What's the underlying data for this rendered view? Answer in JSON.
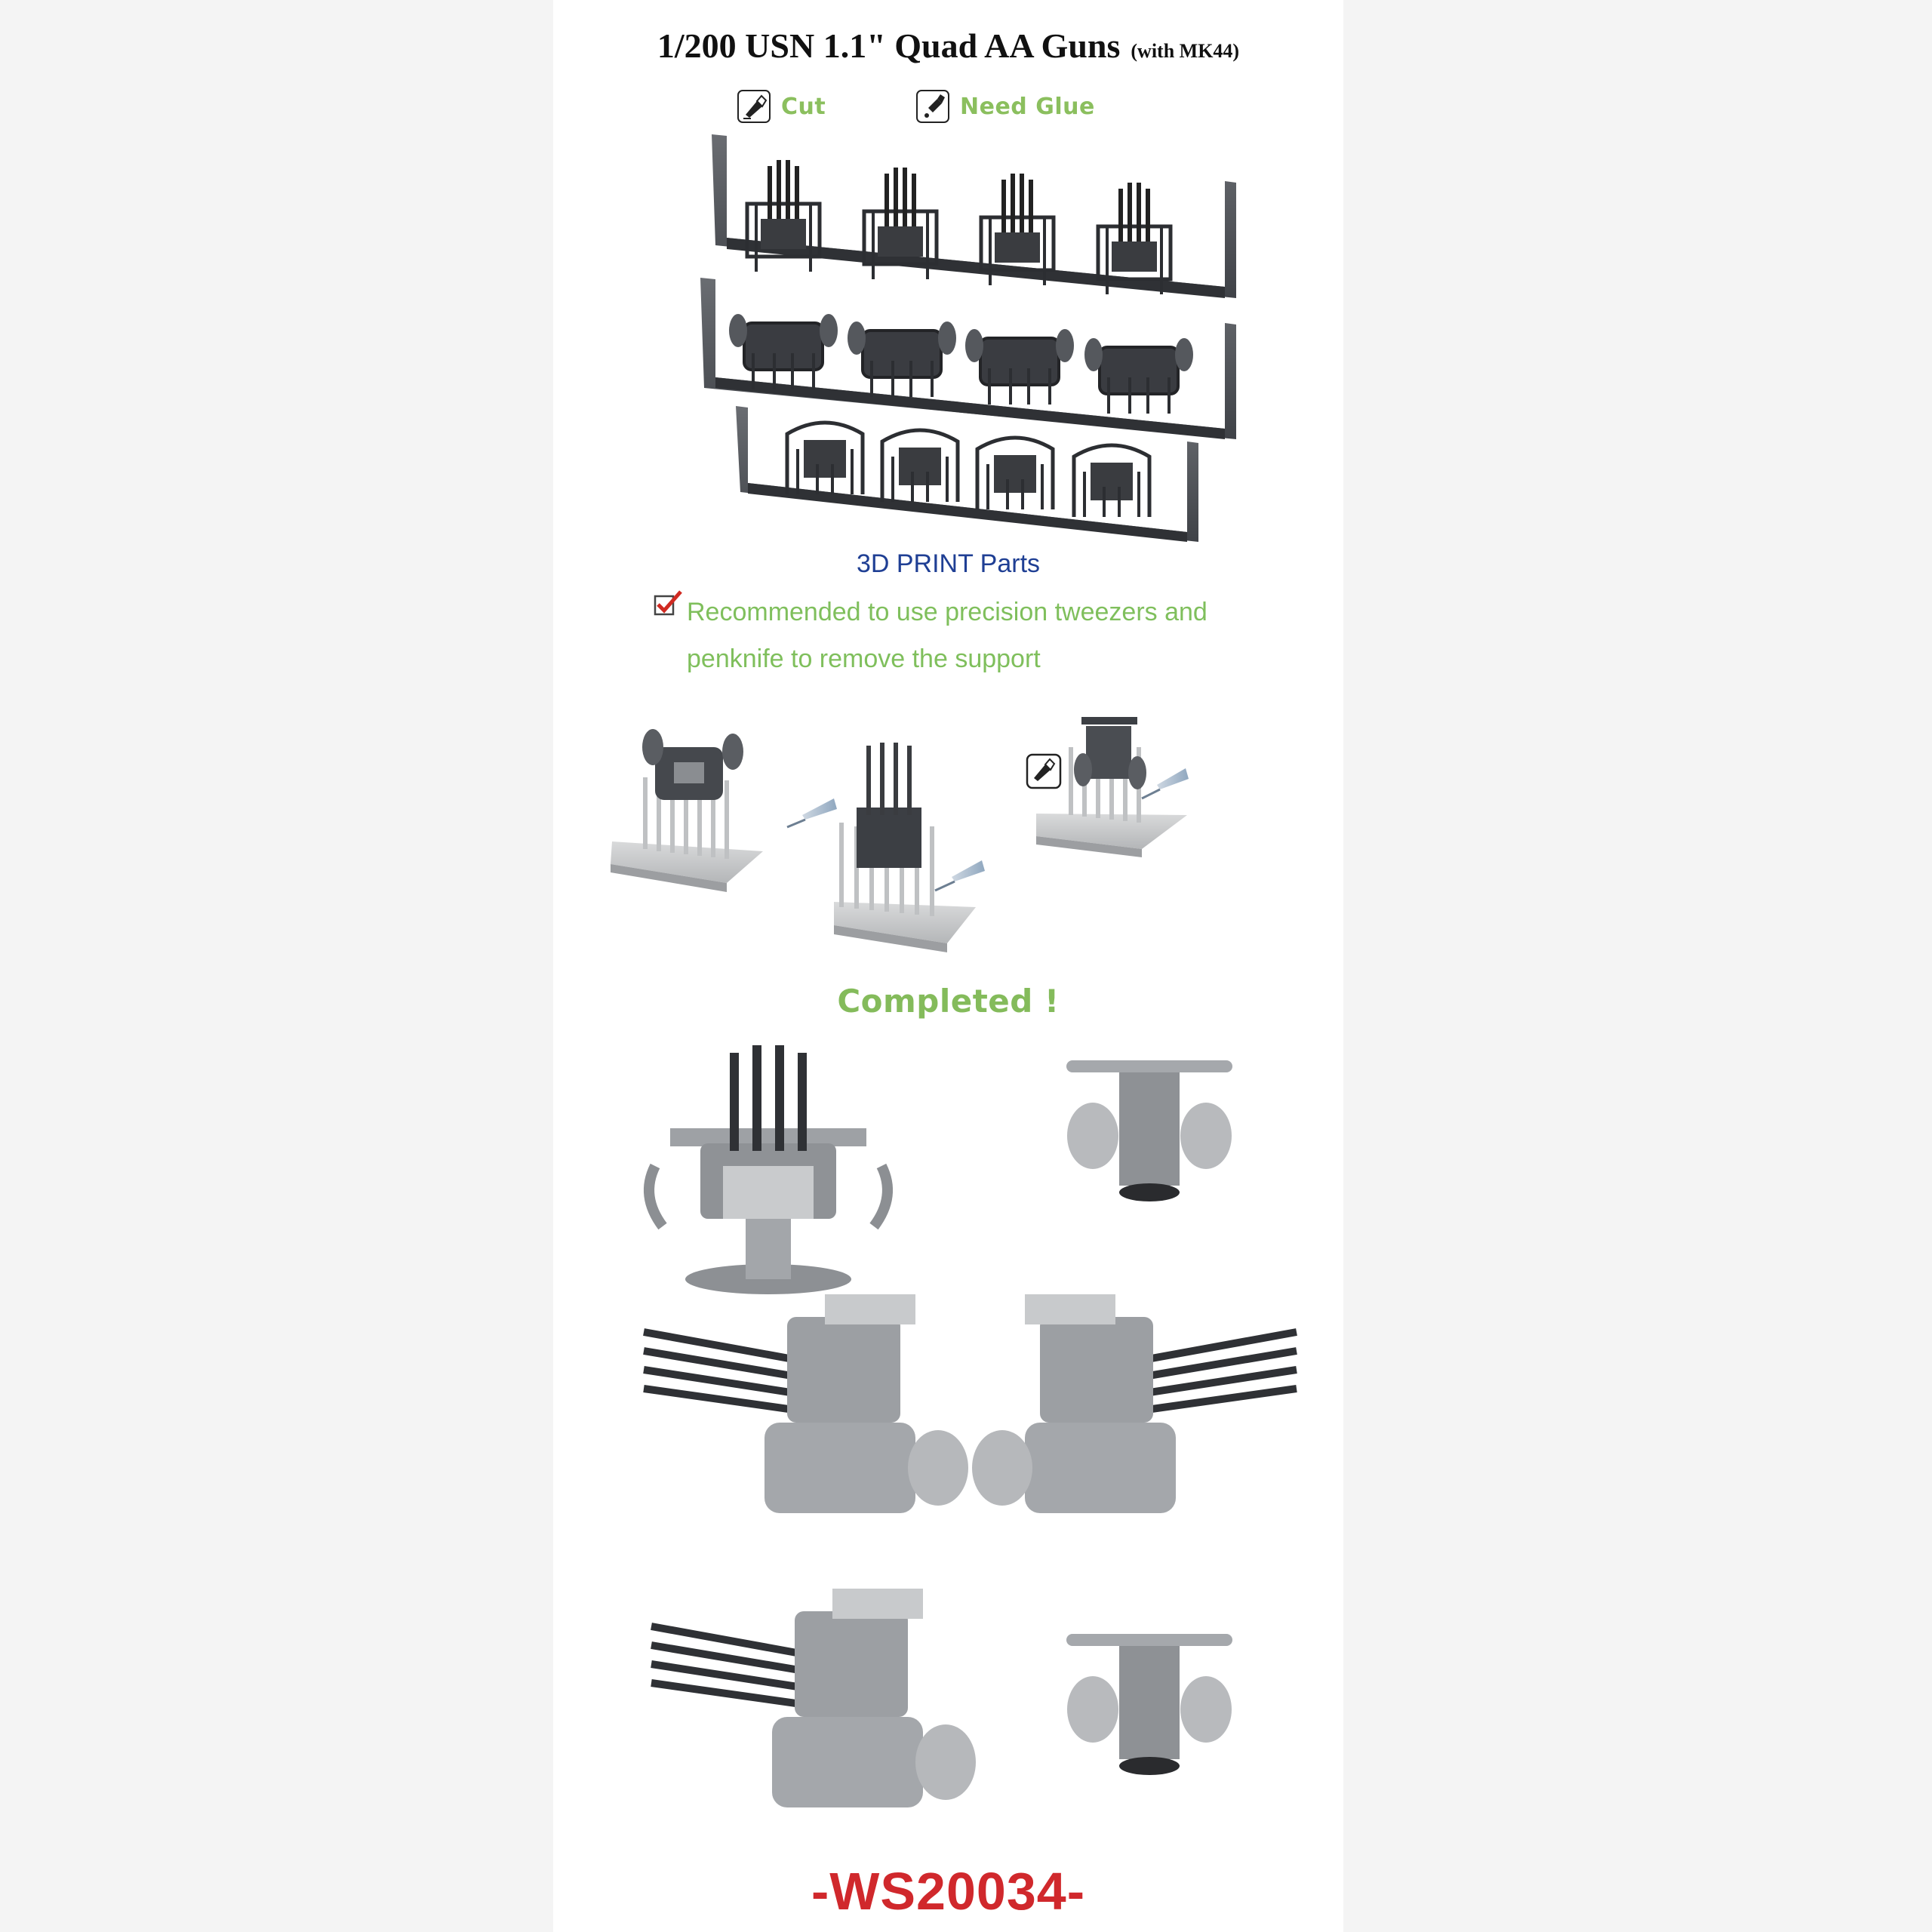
{
  "title": {
    "main": "1/200 USN 1.1\" Quad AA Guns",
    "sub": "(with MK44)"
  },
  "legend": [
    {
      "label": "Cut",
      "icon": "knife-icon"
    },
    {
      "label": "Need Glue",
      "icon": "glue-bottle-icon"
    }
  ],
  "print_section": {
    "label": "3D PRINT Parts",
    "note_line1": "Recommended to use precision tweezers and",
    "note_line2": "penknife to remove the support"
  },
  "completed_label": "Completed !",
  "product_code": "-WS20034-",
  "colors": {
    "title": "#111111",
    "legend_green": "#8bbf5e",
    "section_blue": "#1f3f94",
    "note_green": "#7fbf5c",
    "code_red": "#d0282c",
    "resin_dark": "#4a4d52",
    "resin_light": "#b9bcbf"
  }
}
